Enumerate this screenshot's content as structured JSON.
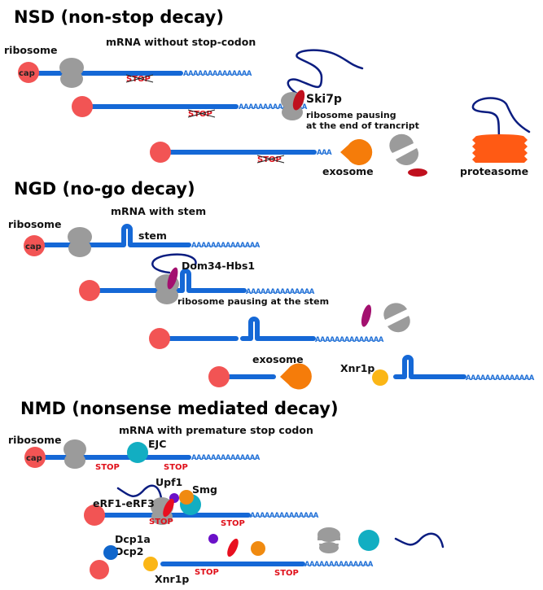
{
  "colors": {
    "mrna": "#1568d6",
    "cap": "#f25454",
    "ribosome": "#9b9b9b",
    "stop": "#e0101a",
    "exosome": "#f57c0a",
    "proteasome": "#ff5a14",
    "ski7p": "#c0101e",
    "dom34": "#a3106f",
    "xnr1p": "#fbb616",
    "ejc": "#12aec2",
    "upf1": "#6a10c8",
    "smg": "#f08a10",
    "erf": "#e81020",
    "dcp": "#1066cc",
    "peptide": "#0b1d80"
  },
  "nsd": {
    "title": "NSD (non-stop decay)",
    "mrna_label": "mRNA without stop-codon",
    "ribosome_label": "ribosome",
    "cap_label": "cap",
    "polya": "AAAAAAAAAAAAAA",
    "polya_short": "AAA",
    "stop_struck": "STOP",
    "ski7p_label": "Ski7p",
    "pausing_line1": "ribosome pausing",
    "pausing_line2": "at the end of trancript",
    "exosome_label": "exosome",
    "proteasome_label": "proteasome"
  },
  "ngd": {
    "title": "NGD (no-go decay)",
    "mrna_label": "mRNA with stem",
    "ribosome_label": "ribosome",
    "cap_label": "cap",
    "stem_label": "stem",
    "polya": "AAAAAAAAAAAAAA",
    "dom34_label": "Dom34-Hbs1",
    "pausing_label": "ribosome pausing at the stem",
    "exosome_label": "exosome",
    "xnr1p_label": "Xnr1p"
  },
  "nmd": {
    "title": "NMD (nonsense mediated decay)",
    "mrna_label": "mRNA with premature stop codon",
    "ribosome_label": "ribosome",
    "cap_label": "cap",
    "ejc_label": "EJC",
    "stop": "STOP",
    "polya": "AAAAAAAAAAAAAA",
    "upf1_label": "Upf1",
    "smg_label": "Smg",
    "erf_label": "eRF1-eRF3",
    "dcp1a_label": "Dcp1a",
    "dcp2_label": "Dcp2",
    "xnr1p_label": "Xnr1p"
  }
}
